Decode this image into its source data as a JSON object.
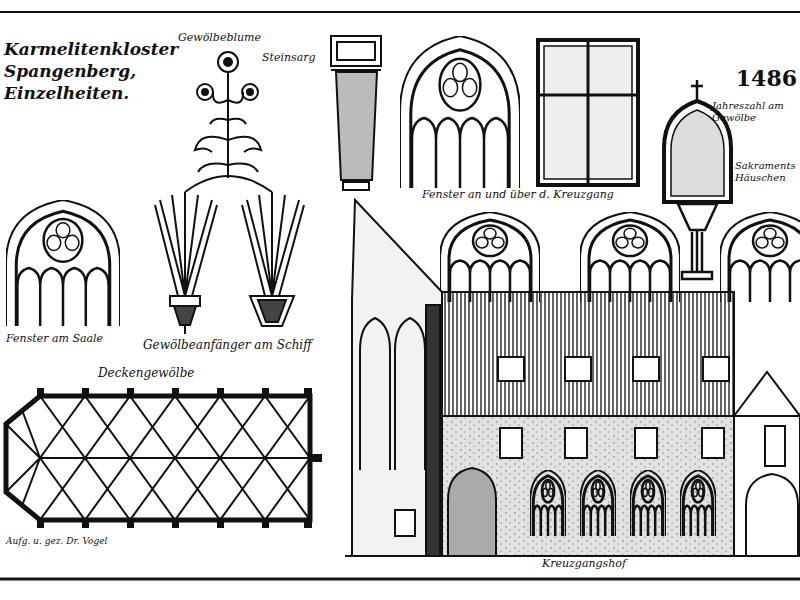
{
  "diagram": {
    "title": "Karmelitenkloster Spangenberg, Einzelheiten.",
    "labels": [
      "Gewölbeblume",
      "Steinsarg",
      "1486",
      "Jahreszahl am Gewölbe",
      "Sakraments Häuschen",
      "Fenster an und über d. Kreuzgang",
      "Fenster am Saale",
      "Gewölbeanfänger am Schiff",
      "Deckengewölbe",
      "Aufg. u. gez. Dr. Vogel",
      "Kreuzgangshof"
    ]
  }
}
